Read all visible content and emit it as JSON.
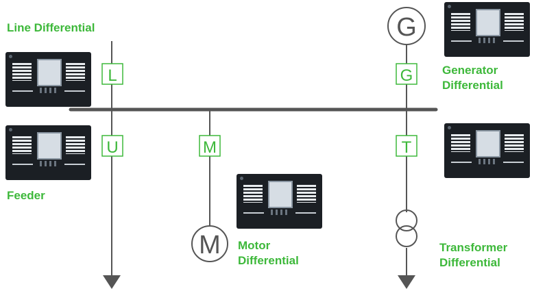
{
  "colors": {
    "accent_green": "#3db83a",
    "line": "#555555",
    "relay_body": "#1b1f24"
  },
  "labels": {
    "line_differential": "Line Differential",
    "generator_differential_1": "Generator",
    "generator_differential_2": "Differential",
    "feeder": "Feeder",
    "motor_differential_1": "Motor",
    "motor_differential_2": "Differential",
    "transformer_differential_1": "Transformer",
    "transformer_differential_2": "Differential"
  },
  "relay_tags": {
    "line": "L",
    "feeder": "U",
    "motor": "M",
    "generator": "G",
    "transformer": "T"
  },
  "symbols": {
    "generator": "G",
    "motor": "M"
  },
  "icons": [
    "relay-device-icon",
    "generator-icon",
    "motor-icon",
    "transformer-icon",
    "arrow-down-icon"
  ]
}
